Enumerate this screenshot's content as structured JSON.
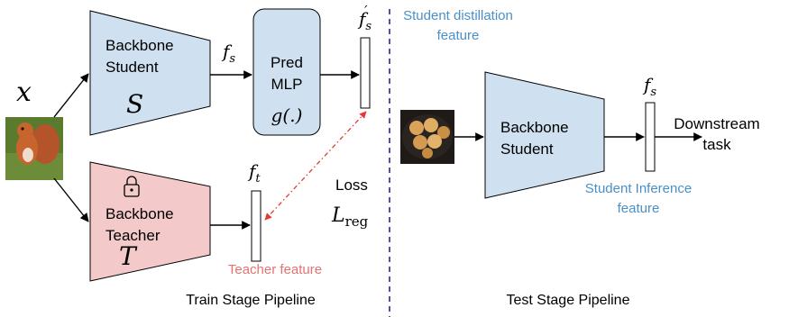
{
  "train": {
    "input_symbol": "x",
    "student": {
      "line1": "Backbone",
      "line2": "Student",
      "symbol": "S"
    },
    "student_feature": "f",
    "student_feature_sub": "s",
    "pred": {
      "line1": "Pred",
      "line2": "MLP",
      "func": "g(.)"
    },
    "distill_feature_label": "f",
    "distill_feature_sub": "s",
    "distill_feature_prime": "′",
    "distill_caption_line1": "Student distillation",
    "distill_caption_line2": "feature",
    "teacher": {
      "line1": "Backbone",
      "line2": "Teacher",
      "symbol": "T"
    },
    "teacher_feature": "f",
    "teacher_feature_sub": "t",
    "teacher_caption": "Teacher feature",
    "loss_label": "Loss",
    "loss_symbol": "L",
    "loss_sub": "reg",
    "stage_label": "Train Stage Pipeline"
  },
  "test": {
    "student": {
      "line1": "Backbone",
      "line2": "Student"
    },
    "feature": "f",
    "feature_sub": "s",
    "output_line1": "Downstream",
    "output_line2": "task",
    "caption_line1": "Student Inference",
    "caption_line2": "feature",
    "stage_label": "Test Stage Pipeline"
  },
  "colors": {
    "student_fill": "#cfe0f0",
    "teacher_fill": "#f4c9c9",
    "accent_blue": "#4a90c8",
    "accent_red": "#e57373",
    "divider": "#5b4ea8",
    "loss_arrow": "#e53935"
  },
  "icons": {
    "squirrel": "squirrel-image",
    "bread": "bread-image",
    "lock": "lock-icon"
  }
}
